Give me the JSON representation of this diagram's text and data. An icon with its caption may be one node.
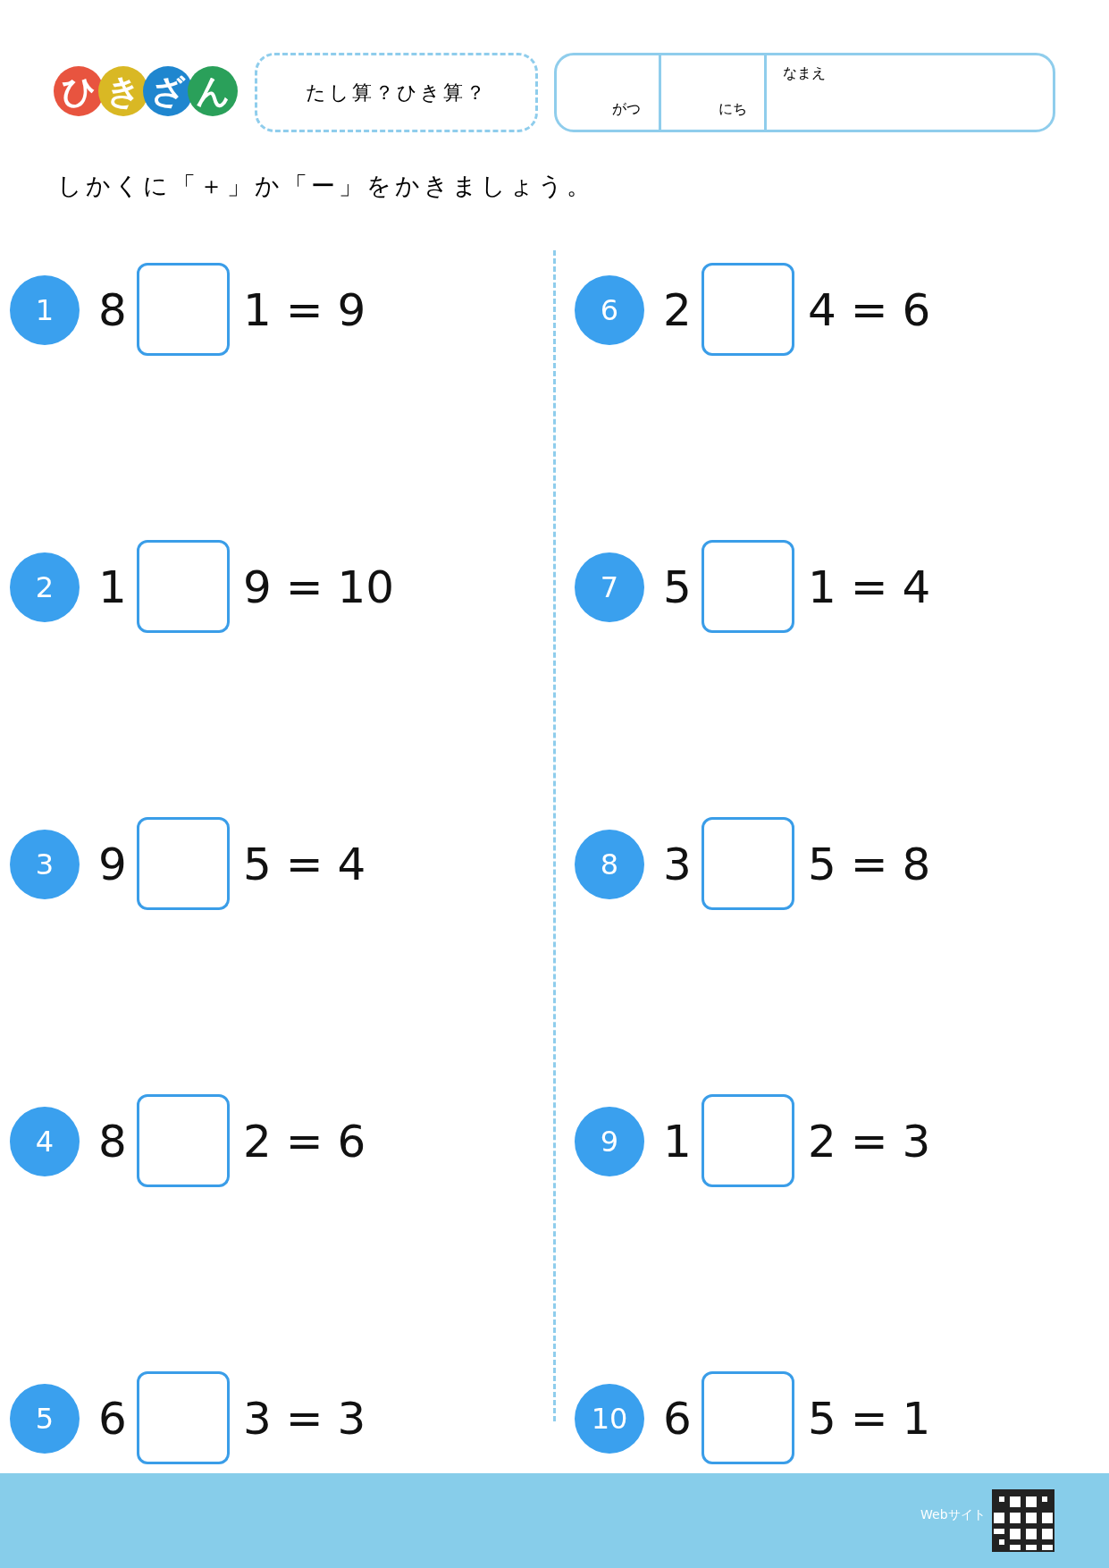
{
  "diagram": {
    "title": "ひきざん",
    "labels": [
      "たし算？ひき算？",
      "がつ",
      "にち",
      "なまえ",
      "しかくに「＋」か「ー」をかきましょう。",
      "1",
      "8",
      "1 = 9",
      "2",
      "1",
      "9 = 10",
      "3",
      "9",
      "5 = 4",
      "4",
      "8",
      "2 = 6",
      "5",
      "6",
      "3 = 3",
      "6",
      "2",
      "4 = 6",
      "7",
      "5",
      "1 = 4",
      "8",
      "3",
      "5 = 8",
      "9",
      "1",
      "2 = 3",
      "10",
      "6",
      "5 = 1",
      "Webサイト"
    ]
  }
}
